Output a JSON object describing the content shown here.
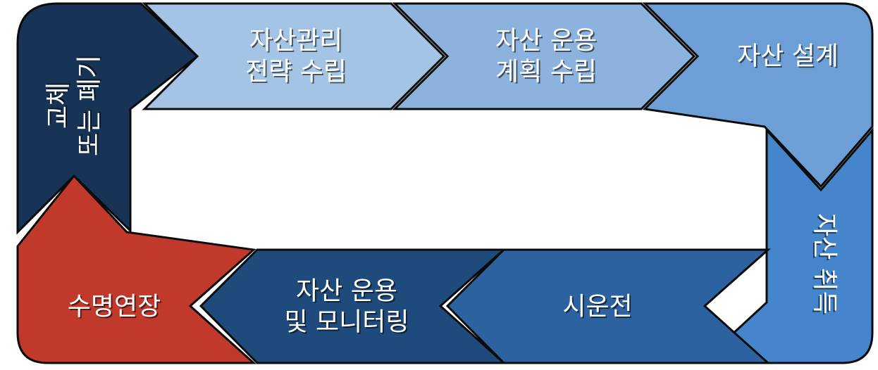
{
  "steps": [
    {
      "key": "strategy",
      "lines": [
        "자산관리",
        "전략 수립"
      ],
      "color": "#a3c4e4"
    },
    {
      "key": "plan",
      "lines": [
        "자산 운용",
        "계획 수립"
      ],
      "color": "#8bb3de"
    },
    {
      "key": "design",
      "lines": [
        "자산 설계"
      ],
      "color": "#6d9fd6"
    },
    {
      "key": "acquire",
      "lines": [
        "자산 취득"
      ],
      "color": "#4585cb"
    },
    {
      "key": "commission",
      "lines": [
        "시운전"
      ],
      "color": "#2c62a0"
    },
    {
      "key": "operate",
      "lines": [
        "자산 운용",
        "및 모니터링"
      ],
      "color": "#1f4a7c"
    },
    {
      "key": "extend",
      "lines": [
        "수명연장"
      ],
      "color": "#c0392b"
    },
    {
      "key": "replace",
      "lines": [
        "교체",
        "또는 폐기"
      ],
      "color": "#173456"
    }
  ]
}
